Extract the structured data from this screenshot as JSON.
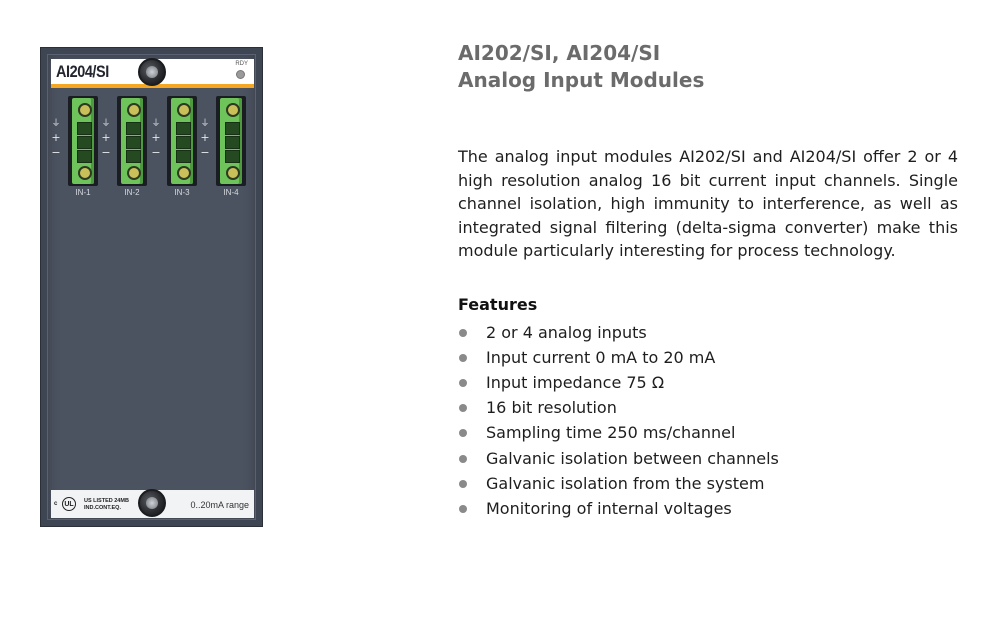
{
  "module": {
    "model": "AI204/SI",
    "ready_label": "RDY",
    "inputs": [
      {
        "label": "IN-1"
      },
      {
        "label": "IN-2"
      },
      {
        "label": "IN-3"
      },
      {
        "label": "IN-4"
      }
    ],
    "pin_signs": {
      "ground": "⏚",
      "plus": "+",
      "minus": "−"
    },
    "cert_mark": "UL",
    "cert_prefix": "c",
    "cert_line1": "US LISTED 24MB",
    "cert_line2": "IND.CONT.EQ.",
    "range": "0..20mA range",
    "colors": {
      "housing": "#4b5260",
      "stripe": "#f5a623",
      "connector": "#6ec35a"
    }
  },
  "content": {
    "title_line1": "AI202/SI, AI204/SI",
    "title_line2": "Analog Input Modules",
    "intro": "The analog input modules AI202/SI and AI204/SI offer 2 or 4 high resolution analog 16 bit current input channels. Single channel isolation, high immunity to interference, as well as integrated signal filtering (delta-sigma converter) make this module particularly interesting for process tech­nology.",
    "features_heading": "Features",
    "features": [
      "2 or 4 analog inputs",
      "Input current 0 mA to 20 mA",
      "Input impedance 75 Ω",
      "16 bit resolution",
      "Sampling time 250 ms/channel",
      "Galvanic isolation between channels",
      "Galvanic isolation from the system",
      "Monitoring of internal voltages"
    ]
  }
}
